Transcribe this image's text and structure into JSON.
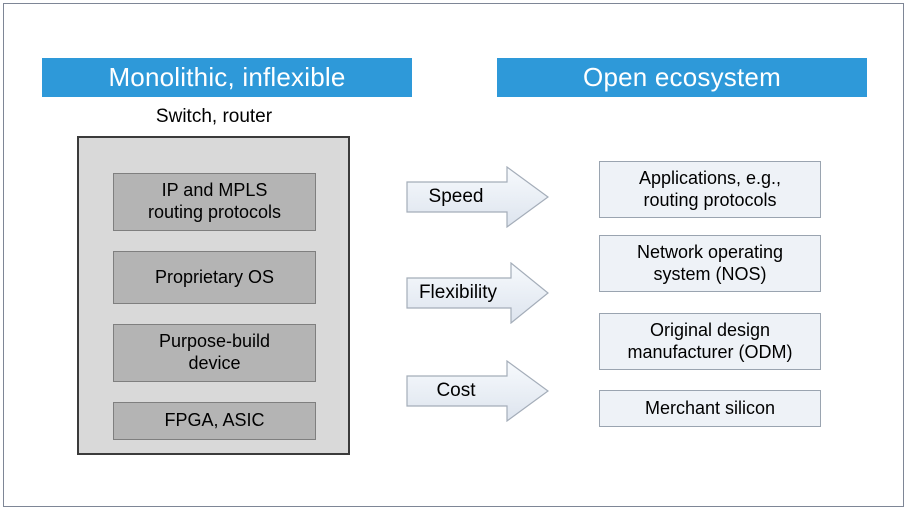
{
  "slide": {
    "frame_color": "#7e8696",
    "background": "#ffffff"
  },
  "headers": {
    "left": {
      "label": "Monolithic,  inflexible",
      "color": "#2e99d9",
      "text_color": "#ffffff"
    },
    "right": {
      "label": "Open ecosystem",
      "color": "#2e99d9",
      "text_color": "#ffffff"
    }
  },
  "left_column": {
    "caption": "Switch, router",
    "container_fill": "#d9d9d9",
    "container_border": "#3b3b3b",
    "box_fill": "#b4b4b4",
    "box_border": "#7f7f7f",
    "boxes": [
      {
        "line1": "IP and MPLS",
        "line2": "routing protocols"
      },
      {
        "line1": "Proprietary OS",
        "line2": ""
      },
      {
        "line1": "Purpose-build",
        "line2": "device"
      },
      {
        "line1": "FPGA, ASIC",
        "line2": ""
      }
    ]
  },
  "right_column": {
    "box_fill": "#eef2f7",
    "box_border": "#9aa4b0",
    "boxes": [
      {
        "line1": "Applications, e.g.,",
        "line2": "routing protocols"
      },
      {
        "line1": "Network operating",
        "line2": "system (NOS)"
      },
      {
        "line1": "Original design",
        "line2": "manufacturer (ODM)"
      },
      {
        "line1": "Merchant silicon",
        "line2": ""
      }
    ]
  },
  "arrows": {
    "fill_start": "#f4f7fb",
    "fill_end": "#dbe2ec",
    "border": "#9aa4b0",
    "items": [
      {
        "label": "Speed"
      },
      {
        "label": "Flexibility"
      },
      {
        "label": "Cost"
      }
    ]
  }
}
